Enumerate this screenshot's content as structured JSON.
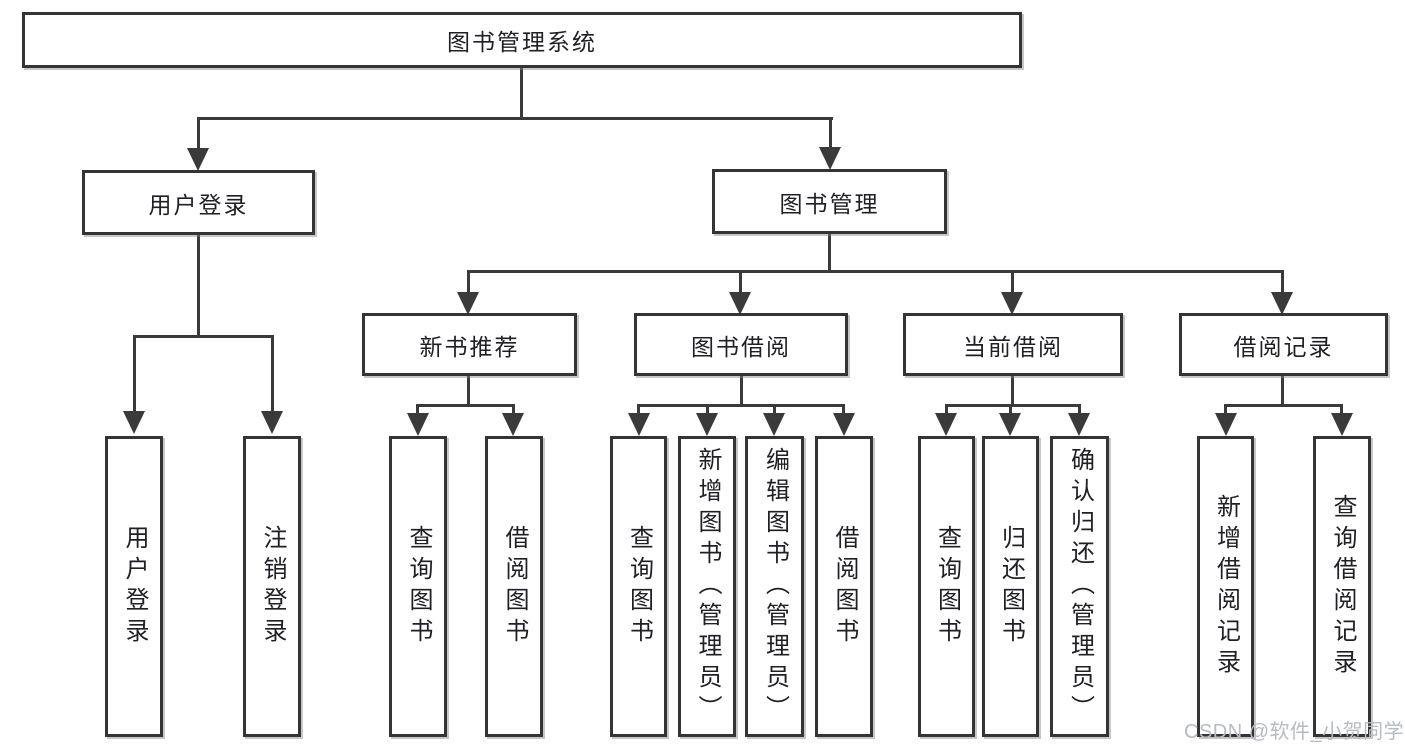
{
  "diagram": {
    "title": "图书管理系统",
    "level2": {
      "user_login": "用户登录",
      "book_mgmt": "图书管理"
    },
    "level3": {
      "new_book_rec": "新书推荐",
      "book_borrow": "图书借阅",
      "current_borrow": "当前借阅",
      "borrow_records": "借阅记录"
    },
    "leaves": {
      "user_login": "用户登录",
      "logout": "注销登录",
      "rec_query_books": "查询图书",
      "rec_borrow_books": "借阅图书",
      "bb_query_books": "查询图书",
      "bb_add_books": "新增图书（管理员）",
      "bb_edit_books": "编辑图书（管理员）",
      "bb_borrow_books": "借阅图书",
      "cb_query_books": "查询图书",
      "cb_return_books": "归还图书",
      "cb_confirm_return": "确认归还（管理员）",
      "br_add_record": "新增借阅记录",
      "br_query_record": "查询借阅记录"
    }
  },
  "watermark": "CSDN @软件_小贺同学",
  "colors": {
    "line": "#3a3a3a",
    "border": "#343434",
    "text": "#1f1f24",
    "watermark": "#b7bbc2",
    "background": "#ffffff"
  }
}
